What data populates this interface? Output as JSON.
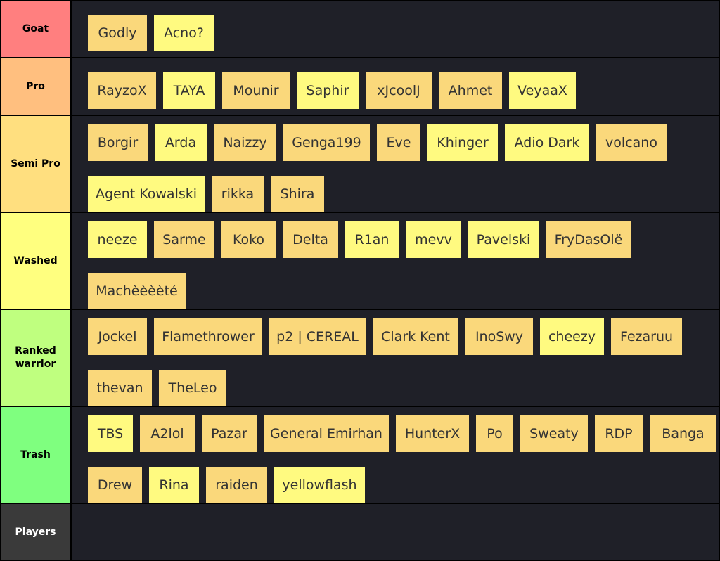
{
  "tiers": [
    {
      "label": "Goat",
      "color": "#ff7f7f",
      "text_color": "#000000",
      "items": [
        "Godly",
        "Acno?"
      ]
    },
    {
      "label": "Pro",
      "color": "#ffbf7f",
      "text_color": "#000000",
      "items": [
        "RayzoX",
        "TAYA",
        "Mounir",
        "Saphir",
        "xJcoolJ",
        "Ahmet",
        "VeyaaX"
      ]
    },
    {
      "label": "Semi Pro",
      "color": "#ffdf7f",
      "text_color": "#000000",
      "items": [
        "Borgir",
        "Arda",
        "Naizzy",
        "Genga199",
        "Eve",
        "Khinger",
        "Adio Dark",
        "volcano",
        "Agent Kowalski",
        "rikka",
        "Shira"
      ]
    },
    {
      "label": "Washed",
      "color": "#ffff7f",
      "text_color": "#000000",
      "items": [
        "neeze",
        "Sarme",
        "Koko",
        "Delta",
        "R1an",
        "mevv",
        "Pavelski",
        "FryDasOlë",
        "Machèèèèté"
      ]
    },
    {
      "label": "Ranked warrior",
      "color": "#bfff7f",
      "text_color": "#000000",
      "items": [
        "Jockel",
        "Flamethrower",
        "p2 | CEREAL",
        "Clark Kent",
        "InoSwy",
        "cheezy",
        "Fezaruu",
        "thevan",
        "TheLeo"
      ]
    },
    {
      "label": "Trash",
      "color": "#7fff7f",
      "text_color": "#000000",
      "items": [
        "TBS",
        "A2lol",
        "Pazar",
        "General Emirhan",
        "HunterX",
        "Po",
        "Sweaty",
        "RDP",
        "Banga",
        "Drew",
        "Rina",
        "raiden",
        "yellowflash"
      ]
    },
    {
      "label": "Players",
      "color": "#3a3a3a",
      "text_color": "#ffffff",
      "items": []
    }
  ],
  "colors": {
    "background": "#1f2028",
    "border": "#000000",
    "item_orange": "#fad87b",
    "item_yellow": "#fffa80",
    "item_text": "#333333"
  }
}
